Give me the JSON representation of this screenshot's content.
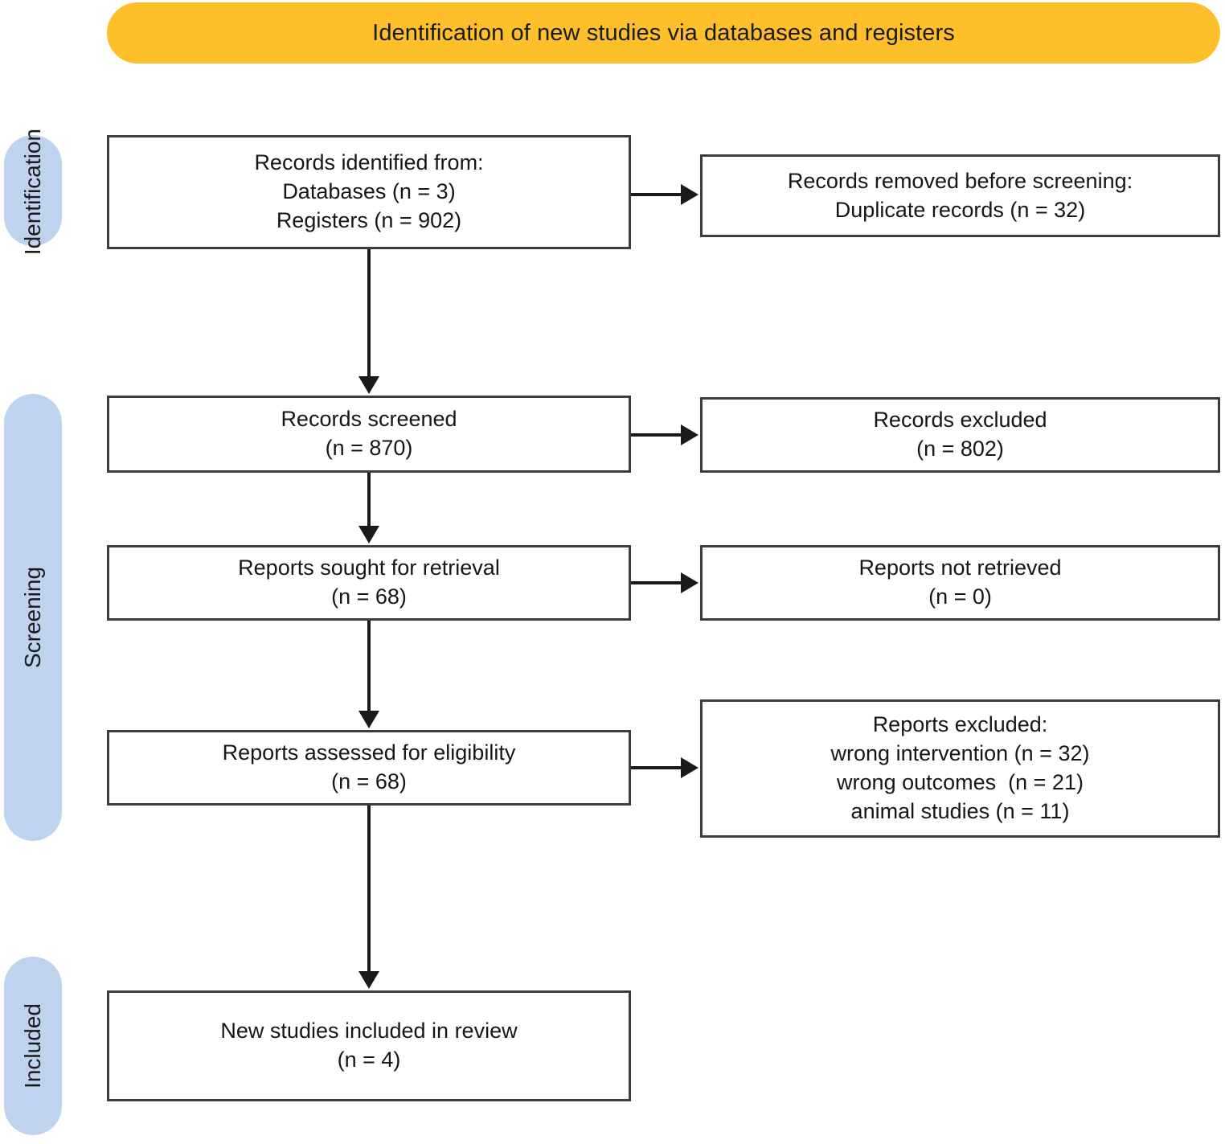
{
  "header": {
    "title": "Identification of new studies via databases and registers",
    "background_color": "#fdc02b"
  },
  "stages": {
    "accent_color": "#bfd3ee",
    "identification": "Identification",
    "screening": "Screening",
    "included": "Included"
  },
  "boxes": {
    "identified": {
      "lines": [
        "Records identified from:",
        "Databases (n = 3)",
        "Registers (n = 902)"
      ]
    },
    "removed": {
      "lines": [
        "Records removed before screening:",
        "Duplicate records (n = 32)"
      ]
    },
    "screened": {
      "lines": [
        "Records screened",
        "(n = 870)"
      ]
    },
    "records_excluded": {
      "lines": [
        "Records excluded",
        "(n = 802)"
      ]
    },
    "sought": {
      "lines": [
        "Reports sought for retrieval",
        "(n = 68)"
      ]
    },
    "not_retrieved": {
      "lines": [
        "Reports not retrieved",
        "(n = 0)"
      ]
    },
    "assessed": {
      "lines": [
        "Reports assessed for eligibility",
        "(n = 68)"
      ]
    },
    "reports_excluded": {
      "lines": [
        "Reports excluded:",
        "wrong intervention (n = 32)",
        "wrong outcomes  (n = 21)",
        "animal studies (n = 11)"
      ]
    },
    "included": {
      "lines": [
        "New studies included in review",
        "(n = 4)"
      ]
    }
  },
  "chart_data": {
    "type": "diagram",
    "diagram_kind": "PRISMA 2020 flow diagram",
    "title": "Identification of new studies via databases and registers",
    "stages": [
      "Identification",
      "Screening",
      "Included"
    ],
    "nodes": [
      {
        "id": "identified",
        "stage": "Identification",
        "column": "left",
        "label": "Records identified from: Databases (n = 3) Registers (n = 902)",
        "counts": {
          "Databases": 3,
          "Registers": 902
        }
      },
      {
        "id": "removed",
        "stage": "Identification",
        "column": "right",
        "label": "Records removed before screening: Duplicate records (n = 32)",
        "counts": {
          "Duplicate records": 32
        }
      },
      {
        "id": "screened",
        "stage": "Screening",
        "column": "left",
        "label": "Records screened (n = 870)",
        "counts": {
          "n": 870
        }
      },
      {
        "id": "records_excluded",
        "stage": "Screening",
        "column": "right",
        "label": "Records excluded (n = 802)",
        "counts": {
          "n": 802
        }
      },
      {
        "id": "sought",
        "stage": "Screening",
        "column": "left",
        "label": "Reports sought for retrieval (n = 68)",
        "counts": {
          "n": 68
        }
      },
      {
        "id": "not_retrieved",
        "stage": "Screening",
        "column": "right",
        "label": "Reports not retrieved (n = 0)",
        "counts": {
          "n": 0
        }
      },
      {
        "id": "assessed",
        "stage": "Screening",
        "column": "left",
        "label": "Reports assessed for eligibility (n = 68)",
        "counts": {
          "n": 68
        }
      },
      {
        "id": "reports_excluded",
        "stage": "Screening",
        "column": "right",
        "label": "Reports excluded: wrong intervention (n = 32) wrong outcomes (n = 21) animal studies (n = 11)",
        "counts": {
          "wrong intervention": 32,
          "wrong outcomes": 21,
          "animal studies": 11
        }
      },
      {
        "id": "included",
        "stage": "Included",
        "column": "left",
        "label": "New studies included in review (n = 4)",
        "counts": {
          "n": 4
        }
      }
    ],
    "edges": [
      {
        "from": "identified",
        "to": "removed",
        "direction": "right"
      },
      {
        "from": "identified",
        "to": "screened",
        "direction": "down"
      },
      {
        "from": "screened",
        "to": "records_excluded",
        "direction": "right"
      },
      {
        "from": "screened",
        "to": "sought",
        "direction": "down"
      },
      {
        "from": "sought",
        "to": "not_retrieved",
        "direction": "right"
      },
      {
        "from": "sought",
        "to": "assessed",
        "direction": "down"
      },
      {
        "from": "assessed",
        "to": "reports_excluded",
        "direction": "right"
      },
      {
        "from": "assessed",
        "to": "included",
        "direction": "down"
      }
    ]
  }
}
